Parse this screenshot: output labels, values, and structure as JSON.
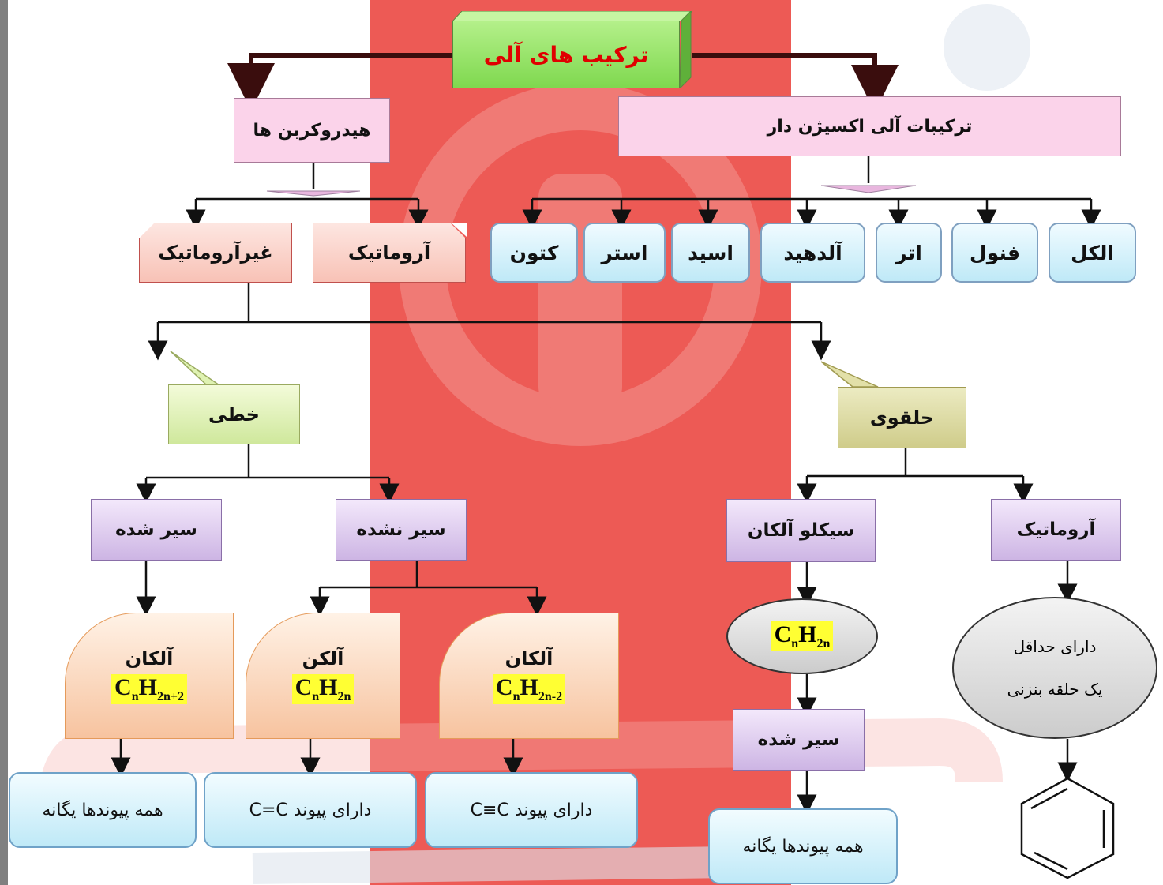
{
  "root": {
    "label": "ترکیب های آلی"
  },
  "left_branch": {
    "label": "هیدروکربن ها",
    "children": [
      "غیرآروماتیک",
      "آروماتیک"
    ]
  },
  "right_branch": {
    "label": "ترکیبات آلی اکسیژن دار",
    "children": [
      "کتون",
      "استر",
      "اسید",
      "آلدهید",
      "اتر",
      "فنول",
      "الکل"
    ]
  },
  "non_aromatic": {
    "linear": {
      "label": "خطی"
    },
    "cyclic": {
      "label": "حلقوی"
    }
  },
  "linear_children": {
    "saturated": "سیر شده",
    "unsaturated": "سیر نشده"
  },
  "cyclic_children": {
    "cycloalkane": "سیکلو آلکان",
    "aromatic": "آروماتیک"
  },
  "alkane": {
    "name": "آلکان",
    "formula_main_1": "C",
    "sub_1": "n",
    "formula_main_2": "H",
    "sub_2": "2n+2",
    "note": "همه پیوندها یگانه"
  },
  "alkene": {
    "name": "آلکن",
    "formula_main_1": "C",
    "sub_1": "n",
    "formula_main_2": "H",
    "sub_2": "2n",
    "note": "دارای پیوند C=C"
  },
  "alkyne": {
    "name": "آلکان",
    "formula_main_1": "C",
    "sub_1": "n",
    "formula_main_2": "H",
    "sub_2": "2n-2",
    "note": "دارای پیوند C≡C"
  },
  "cycloalkane_detail": {
    "formula_main_1": "C",
    "sub_1": "n",
    "formula_main_2": "H",
    "sub_2": "2n",
    "saturated": "سیر شده",
    "note": "همه پیوندها یگانه"
  },
  "aromatic_detail": {
    "line1": "دارای حداقل",
    "line2": "یک حلقه بنزنی"
  },
  "watermark": {
    "color": "#e53935"
  }
}
